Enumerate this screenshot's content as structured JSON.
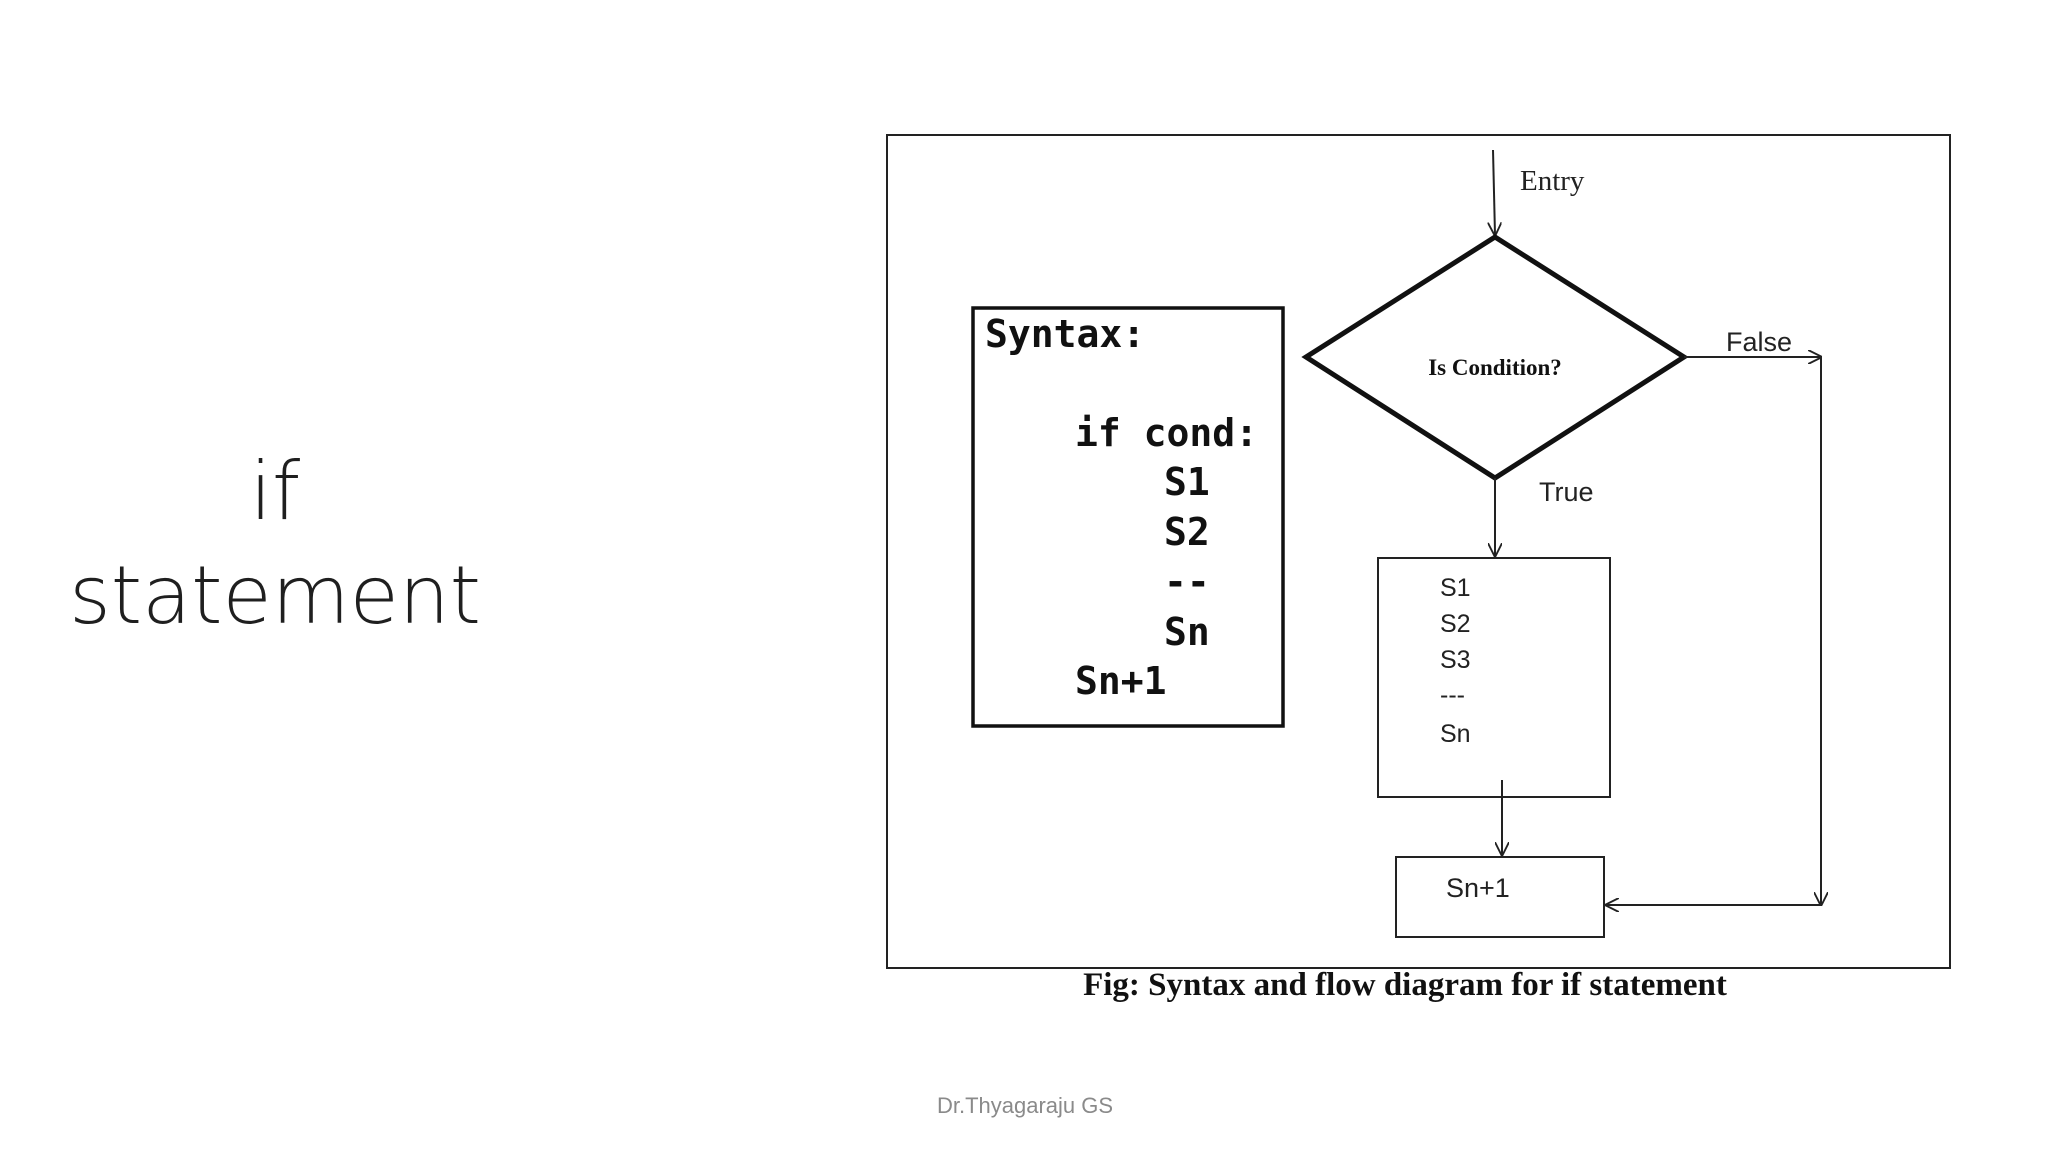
{
  "slide": {
    "title_line1": "if",
    "title_line2": "statement",
    "footer": "Dr.Thyagaraju GS"
  },
  "figure": {
    "caption": "Fig: Syntax and flow diagram for if statement",
    "syntax_box": {
      "heading": "Syntax:",
      "lines": [
        "if cond:",
        "S1",
        "S2",
        "--",
        "Sn",
        "Sn+1"
      ]
    },
    "flow": {
      "entry_label": "Entry",
      "decision_label": "Is Condition?",
      "false_label": "False",
      "true_label": "True",
      "body_lines": [
        "S1",
        "S2",
        "S3",
        "---",
        "Sn"
      ],
      "next_label": "Sn+1"
    }
  }
}
